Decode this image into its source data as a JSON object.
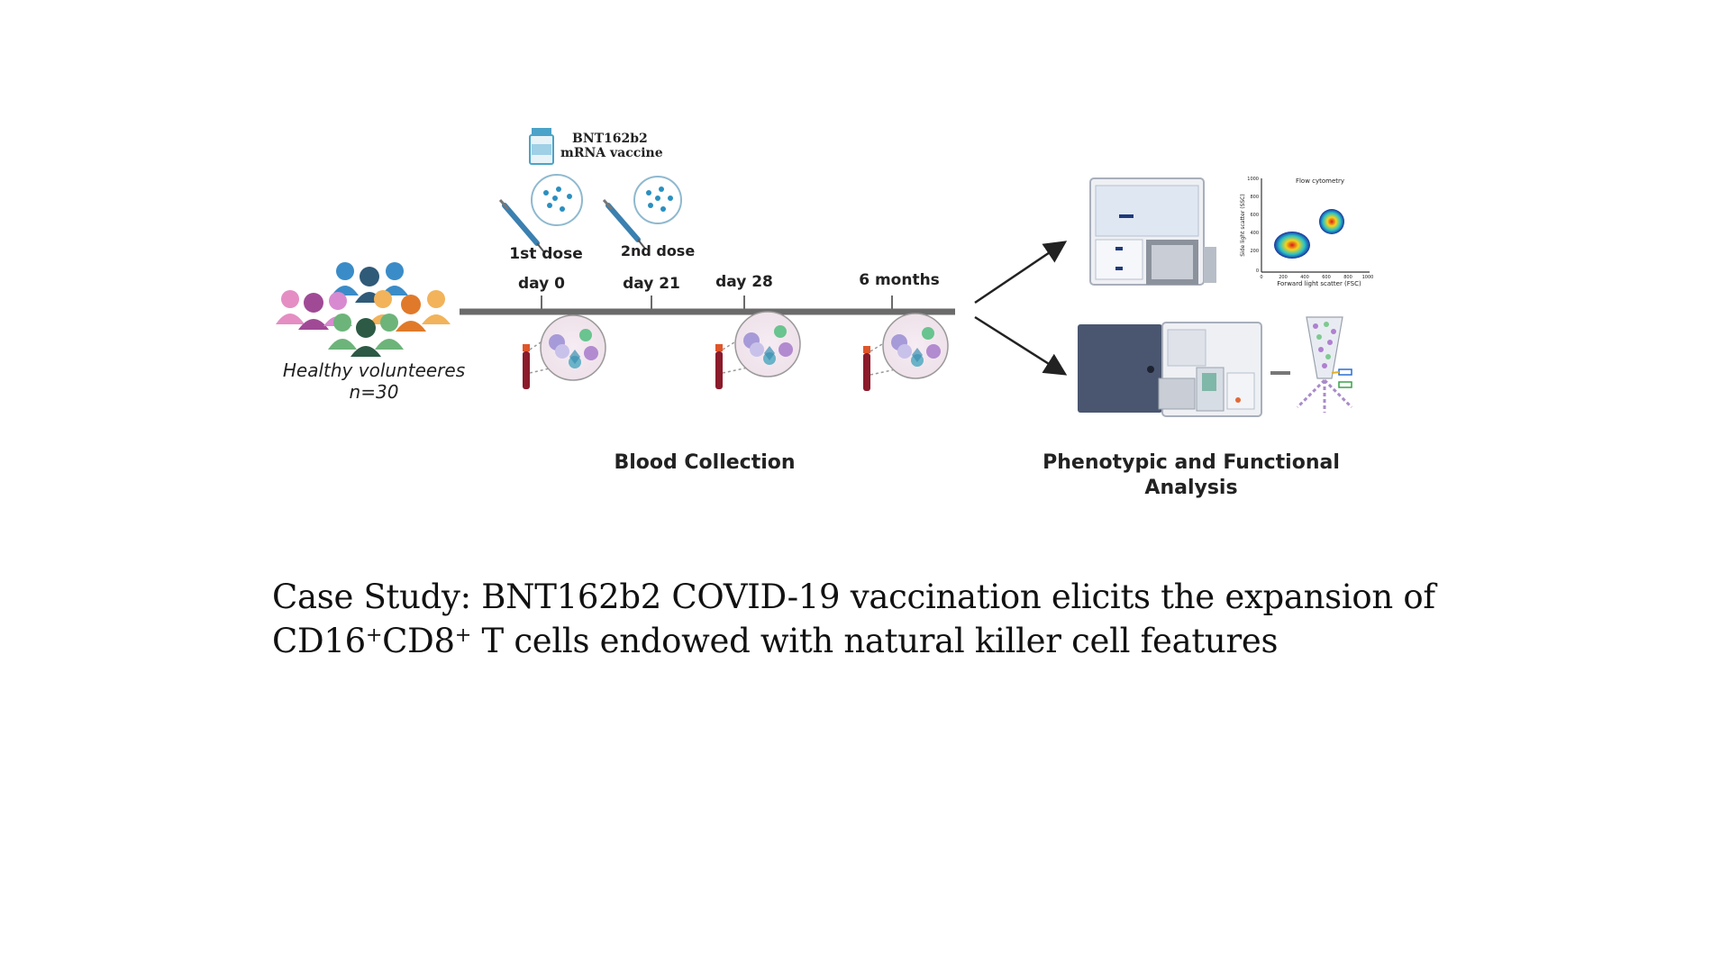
{
  "vaccine": {
    "name": "BNT162b2",
    "type": "mRNA vaccine"
  },
  "doses": {
    "first": "1st dose",
    "second": "2nd dose"
  },
  "timeline": {
    "day0": "day 0",
    "day21": "day 21",
    "day28": "day 28",
    "month6": "6 months"
  },
  "cohort": {
    "label": "Healthy volunteeres",
    "n": "n=30"
  },
  "blood_collection_label": "Blood Collection",
  "analysis_label_line1": "Phenotypic and Functional",
  "analysis_label_line2": "Analysis",
  "flow_plot": {
    "title": "Flow cytometry",
    "xlabel": "Forward light scatter (FSC)",
    "ylabel": "Side light scatter (SSC)",
    "y_ticks": [
      "1000",
      "800",
      "600",
      "400",
      "200",
      "0"
    ],
    "x_ticks": [
      "0",
      "200",
      "400",
      "600",
      "800",
      "1000"
    ]
  },
  "caption": {
    "line1": "Case Study: BNT162b2 COVID-19 vaccination elicits the expansion of",
    "cd16": "CD16",
    "sup1": "+",
    "cd8": "CD8",
    "sup2": "+",
    "rest": " T cells endowed with natural killer cell features"
  },
  "colors": {
    "timeline": "#6b6b6b",
    "blood": "#8b1a2a",
    "analyzer": "#4a5670",
    "accent_blue": "#2a7fb8"
  }
}
